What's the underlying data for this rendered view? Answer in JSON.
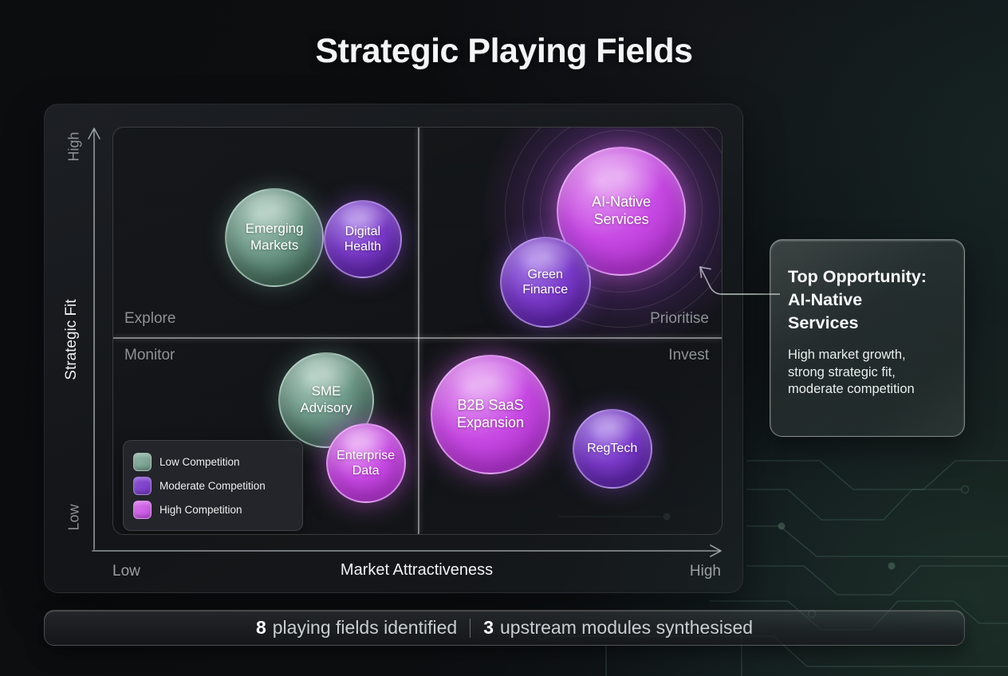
{
  "page": {
    "title": "Strategic Playing Fields"
  },
  "callout": {
    "title": "Top Opportunity:\nAI-Native\nServices",
    "body": "High market growth,\nstrong strategic fit,\nmoderate competition"
  },
  "footer": {
    "stat1_value": "8",
    "stat1_label": "playing fields identified",
    "stat2_value": "3",
    "stat2_label": "upstream modules synthesised"
  },
  "chart_data": {
    "type": "scatter",
    "subtype": "bubble-quadrant",
    "title": "Strategic Playing Fields",
    "xlabel": "Market Attractiveness",
    "ylabel": "Strategic Fit",
    "x_low_label": "Low",
    "x_high_label": "High",
    "y_low_label": "Low",
    "y_high_label": "High",
    "grid": "quadrant-cross",
    "legend_position": "bottom-left-inside",
    "quadrants": {
      "top_left": "Explore",
      "top_right": "Prioritise",
      "bottom_left": "Monitor",
      "bottom_right": "Invest"
    },
    "legend": [
      {
        "label": "Low Competition",
        "color": "#6f9a8a",
        "color_light": "#93b7a8"
      },
      {
        "label": "Moderate Competition",
        "color": "#7434c4",
        "color_light": "#8d55d6"
      },
      {
        "label": "High Competition",
        "color": "#c44be0",
        "color_light": "#d97aec"
      }
    ],
    "axis_ranges": {
      "x": [
        0,
        100
      ],
      "y": [
        0,
        100
      ]
    },
    "points": [
      {
        "label": "Emerging Markets",
        "competition": "low",
        "x": 26.5,
        "y": 73,
        "r": 60
      },
      {
        "label": "Digital Health",
        "competition": "moderate",
        "x": 41,
        "y": 72.5,
        "r": 47
      },
      {
        "label": "AI-Native Services",
        "competition": "high",
        "x": 83.5,
        "y": 79.5,
        "r": 79,
        "halo": true
      },
      {
        "label": "Green Finance",
        "competition": "moderate",
        "x": 71,
        "y": 62,
        "r": 55
      },
      {
        "label": "SME Advisory",
        "competition": "low",
        "x": 35,
        "y": 33,
        "r": 58
      },
      {
        "label": "Enterprise Data",
        "competition": "high",
        "x": 41.5,
        "y": 17.5,
        "r": 48
      },
      {
        "label": "B2B SaaS Expansion",
        "competition": "high",
        "x": 62,
        "y": 29.5,
        "r": 73
      },
      {
        "label": "RegTech",
        "competition": "moderate",
        "x": 82,
        "y": 21,
        "r": 48
      }
    ]
  }
}
